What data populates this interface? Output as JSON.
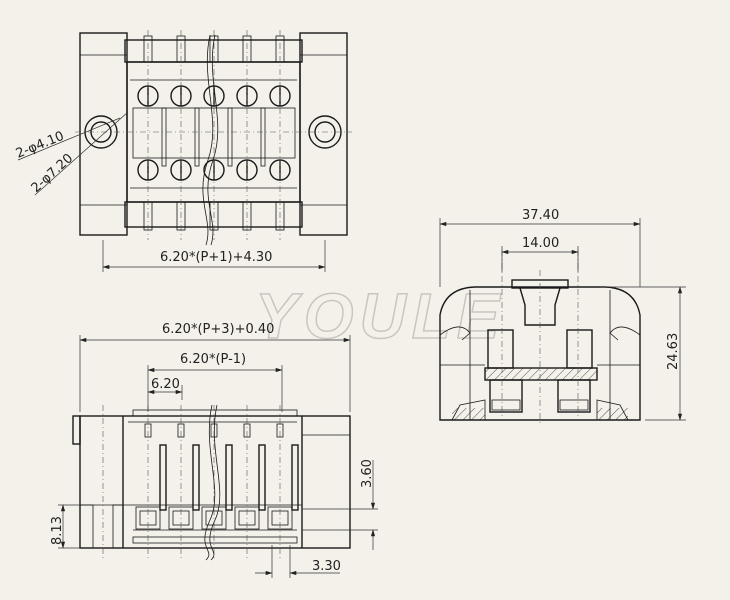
{
  "watermark": "YOULE",
  "top_view": {
    "dim_width": "6.20*(P+1)+4.30",
    "hole_inner": "2-φ4.10",
    "hole_outer": "2-φ7.20"
  },
  "front_view": {
    "dim_overall": "6.20*(P+3)+0.40",
    "dim_pins_span": "6.20*(P-1)",
    "dim_pitch": "6.20",
    "dim_height_left": "8.13",
    "dim_pin_height": "3.60",
    "dim_pin_offset": "3.30"
  },
  "side_view": {
    "dim_width": "37.40",
    "dim_inner": "14.00",
    "dim_height": "24.63"
  },
  "colors": {
    "background": "#f4f1ea",
    "line": "#1a1a1a"
  }
}
